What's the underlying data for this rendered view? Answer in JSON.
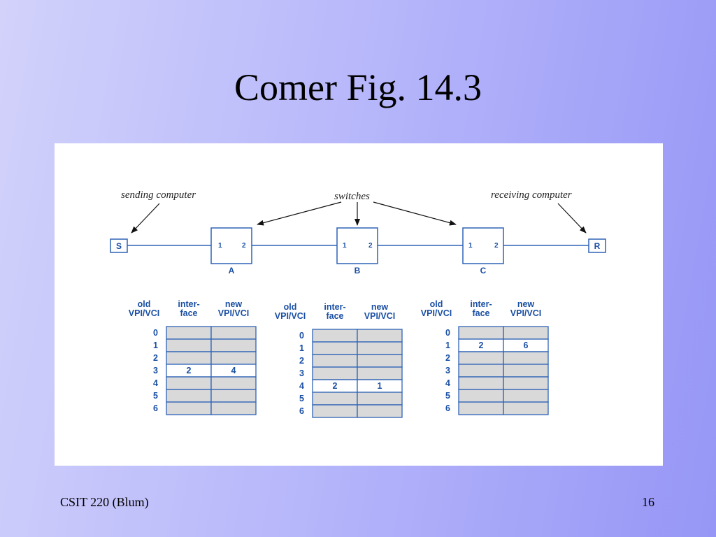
{
  "slide": {
    "title": "Comer Fig. 14.3",
    "footer_left": "CSIT 220 (Blum)",
    "footer_right": "16"
  },
  "figure": {
    "labels": {
      "sending": "sending computer",
      "switches": "switches",
      "receiving": "receiving computer"
    },
    "endpoints": {
      "sender": "S",
      "receiver": "R"
    },
    "switch_list": [
      {
        "name": "A",
        "port1": "1",
        "port2": "2"
      },
      {
        "name": "B",
        "port1": "1",
        "port2": "2"
      },
      {
        "name": "C",
        "port1": "1",
        "port2": "2"
      }
    ],
    "table_headers": {
      "old_1": "old",
      "old_2": "VPI/VCI",
      "if_1": "inter-",
      "if_2": "face",
      "new_1": "new",
      "new_2": "VPI/VCI"
    },
    "row_index_labels": [
      "0",
      "1",
      "2",
      "3",
      "4",
      "5",
      "6"
    ],
    "tables": [
      {
        "switch": "A",
        "rows": [
          [
            "",
            ""
          ],
          [
            "",
            ""
          ],
          [
            "",
            ""
          ],
          [
            "2",
            "4"
          ],
          [
            "",
            ""
          ],
          [
            "",
            ""
          ],
          [
            "",
            ""
          ]
        ]
      },
      {
        "switch": "B",
        "rows": [
          [
            "",
            ""
          ],
          [
            "",
            ""
          ],
          [
            "",
            ""
          ],
          [
            "",
            ""
          ],
          [
            "2",
            "1"
          ],
          [
            "",
            ""
          ],
          [
            "",
            ""
          ]
        ]
      },
      {
        "switch": "C",
        "rows": [
          [
            "",
            ""
          ],
          [
            "2",
            "6"
          ],
          [
            "",
            ""
          ],
          [
            "",
            ""
          ],
          [
            "",
            ""
          ],
          [
            "",
            ""
          ],
          [
            "",
            ""
          ]
        ]
      }
    ]
  },
  "colors": {
    "line": "#2f63b5",
    "text": "#1a4fa3",
    "cell_empty": "#d9d9d9",
    "cell_filled": "#ffffff"
  }
}
